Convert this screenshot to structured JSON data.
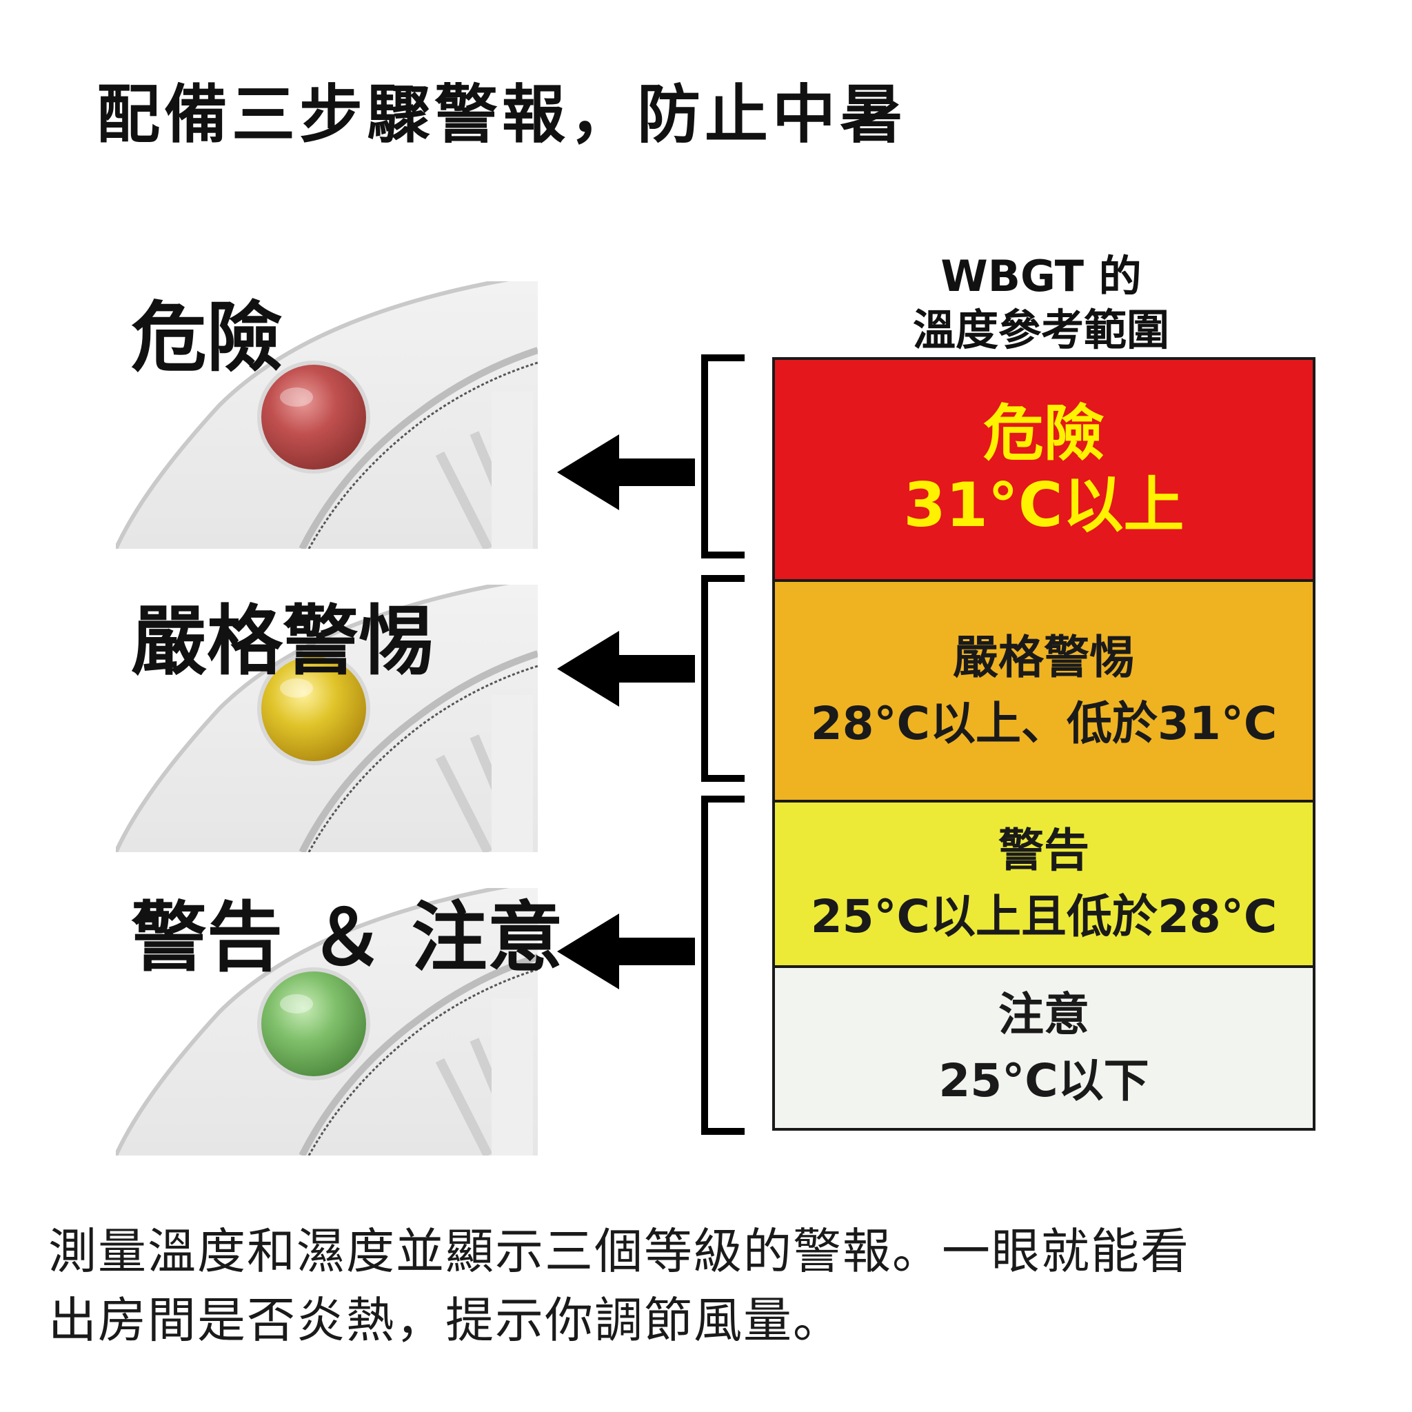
{
  "title": "配備三步驟警報，防止中暑",
  "levels": [
    {
      "label": "危險",
      "light": "red-indicator-light",
      "color": "#c0504f"
    },
    {
      "label": "嚴格警惕",
      "light": "yellow-indicator-light",
      "color": "#e0c42a"
    },
    {
      "label": "警告 ＆ 注意",
      "light": "green-indicator-light",
      "color": "#7fbf6a"
    }
  ],
  "reference": {
    "heading_line1": "WBGT 的",
    "heading_line2": "溫度參考範圍",
    "rows": [
      {
        "name": "危險",
        "range": "31°C以上",
        "bg": "#e3171c",
        "text_color": "#fff200"
      },
      {
        "name": "嚴格警惕",
        "range": "28°C以上、低於31°C",
        "bg": "#efb321",
        "text_color": "#1a1a1a"
      },
      {
        "name": "警告",
        "range": "25°C以上且低於28°C",
        "bg": "#ecea37",
        "text_color": "#1a1a1a"
      },
      {
        "name": "注意",
        "range": "25°C以下",
        "bg": "#f1f4ef",
        "text_color": "#1a1a1a"
      }
    ]
  },
  "description_line1": "測量溫度和濕度並顯示三個等級的警報。一眼就能看",
  "description_line2": "出房間是否炎熱，提示你調節風量。"
}
